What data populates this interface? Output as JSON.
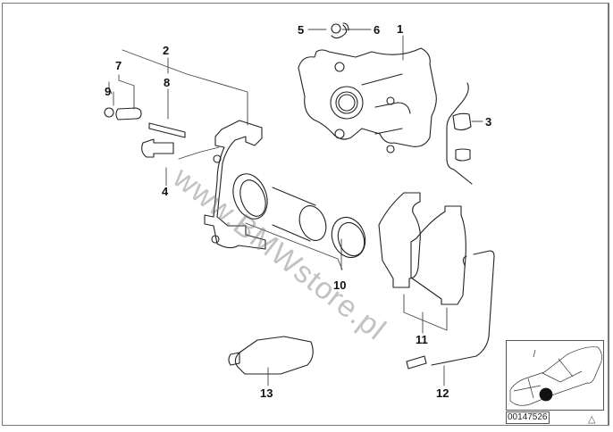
{
  "diagram": {
    "title": "Brake caliper parts diagram",
    "reference_number": "00147526",
    "watermark": "www.BMWstore.pl",
    "labels": [
      {
        "id": "1",
        "part": "brake-caliper-housing"
      },
      {
        "id": "2",
        "part": "caliper-carrier-bracket-kit"
      },
      {
        "id": "3",
        "part": "anti-rattle-spring"
      },
      {
        "id": "4",
        "part": "bolt"
      },
      {
        "id": "5",
        "part": "bleeder-screw"
      },
      {
        "id": "6",
        "part": "dust-cap"
      },
      {
        "id": "7",
        "part": "guide-sleeve-kit"
      },
      {
        "id": "8",
        "part": "guide-bolt"
      },
      {
        "id": "9",
        "part": "protective-cap"
      },
      {
        "id": "10",
        "part": "piston-repair-kit"
      },
      {
        "id": "11",
        "part": "brake-pad-set"
      },
      {
        "id": "12",
        "part": "brake-wear-sensor"
      },
      {
        "id": "13",
        "part": "grease-tube"
      }
    ],
    "inset": {
      "icon": "car-location-icon",
      "marker": "front-left-wheel",
      "triangle_icon": "warning-triangle-icon"
    }
  }
}
